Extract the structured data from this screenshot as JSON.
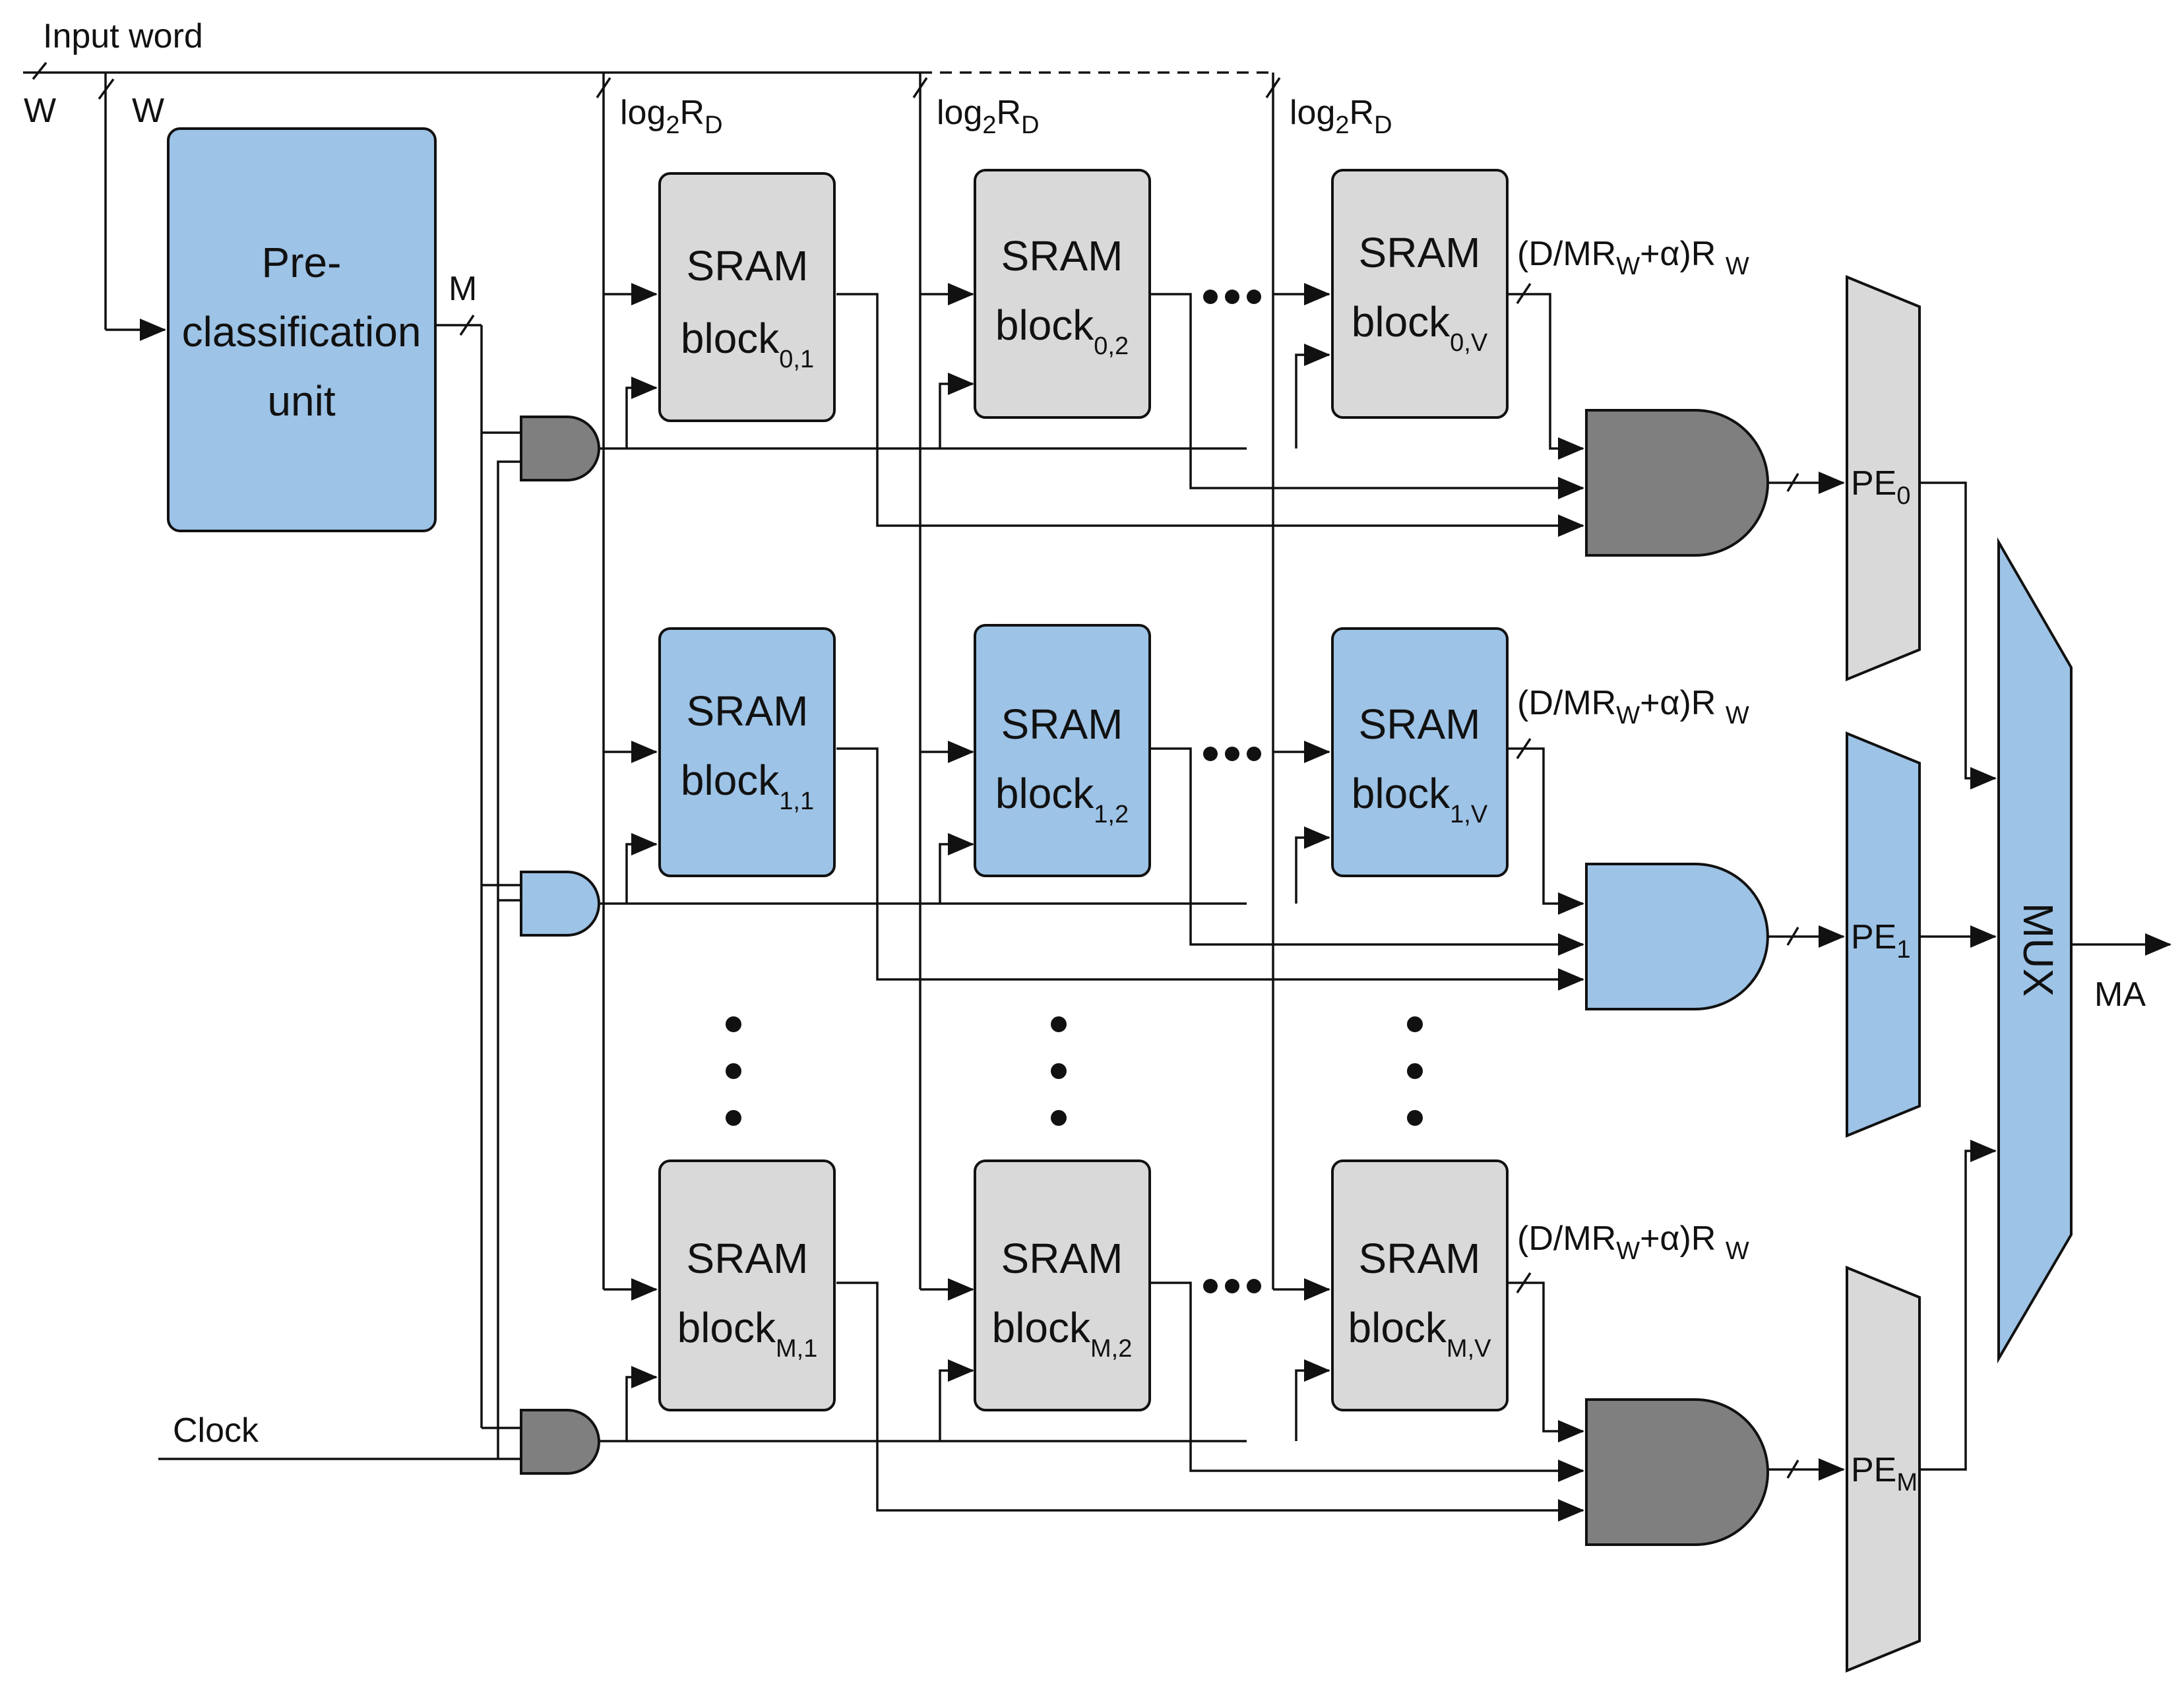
{
  "inputs": {
    "input_word": "Input word",
    "w_label_1": "W",
    "w_label_2": "W",
    "m_label": "M",
    "clock": "Clock"
  },
  "address_labels": [
    {
      "base": "log",
      "sub1": "2",
      "mid": "R",
      "sub2": "D"
    },
    {
      "base": "log",
      "sub1": "2",
      "mid": "R",
      "sub2": "D"
    },
    {
      "base": "log",
      "sub1": "2",
      "mid": "R",
      "sub2": "D"
    }
  ],
  "preclass": {
    "line1": "Pre-",
    "line2": "classification",
    "line3": "unit"
  },
  "sram_title": "SRAM",
  "sram_word": "block",
  "sram_rows": [
    {
      "subs": [
        "0,1",
        "0,2",
        "0,V"
      ]
    },
    {
      "subs": [
        "1,1",
        "1,2",
        "1,V"
      ]
    },
    {
      "subs": [
        "M,1",
        "M,2",
        "M,V"
      ]
    }
  ],
  "bus_width": {
    "pre": "(D/MR",
    "sub1": "W",
    "mid": "+α)R ",
    "sub2": "W"
  },
  "pe": [
    {
      "base": "PE",
      "sub": "0"
    },
    {
      "base": "PE",
      "sub": "1"
    },
    {
      "base": "PE",
      "sub": "M"
    }
  ],
  "mux": "MUX",
  "output": "MA",
  "colors": {
    "blue": "#9dc3e6",
    "gray_block": "#d9d9d9",
    "dark_gate": "#7f7f7f",
    "line": "#111111"
  }
}
